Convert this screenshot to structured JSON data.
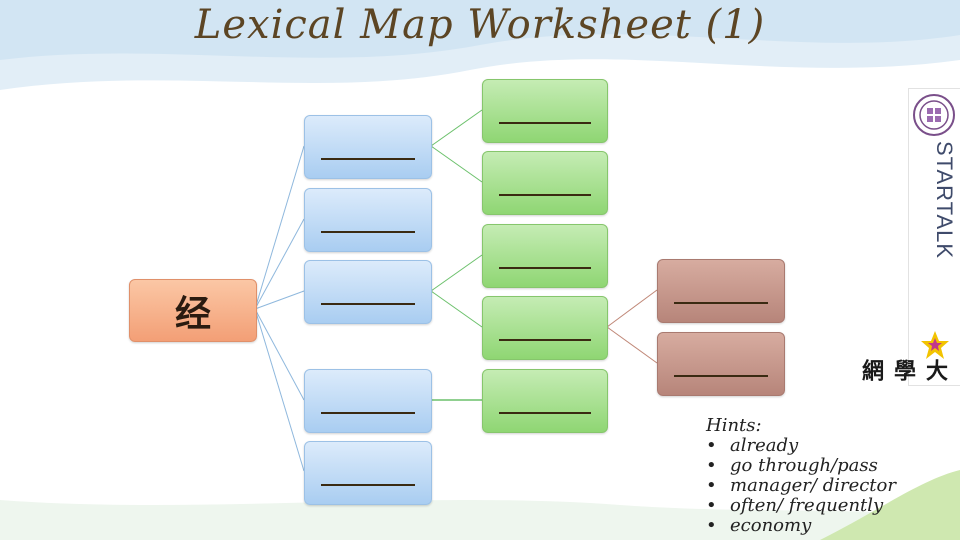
{
  "slide": {
    "title": "Lexical Map Worksheet (1)",
    "root_character": "经"
  },
  "logo": {
    "brand_text": "STARTALK",
    "cjk_text": "大學網"
  },
  "hints": {
    "heading": "Hints:",
    "items": [
      "already",
      "go through/pass",
      "manager/ director",
      "often/ frequently",
      "economy"
    ]
  },
  "colors": {
    "root": "#f39f76",
    "level1": "#a9cdf1",
    "level2": "#8fd673",
    "level3": "#b7857a",
    "connector_blue": "#8fb8dd",
    "connector_green": "#6cc16c",
    "connector_brown": "#c08878"
  }
}
